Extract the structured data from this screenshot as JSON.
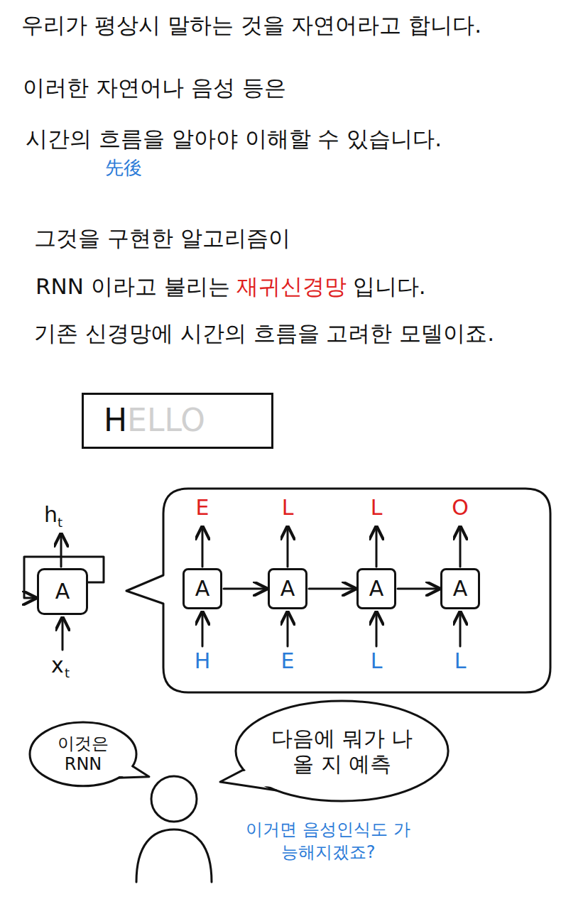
{
  "diagram": {
    "nodes": [
      {
        "text": [
          "H",
          "ELLO"
        ]
      },
      {
        "text": [
          "A"
        ]
      },
      {
        "text": [
          "A"
        ]
      },
      {
        "text": [
          "A"
        ]
      },
      {
        "text": [
          "A"
        ]
      },
      {
        "text": [
          "A"
        ]
      },
      {
        "text": [
          "이것은 RNN"
        ]
      },
      {
        "text": [
          "다음에 뭐가 나올 지 예측"
        ]
      }
    ],
    "edges": [
      {
        "from": 2,
        "to": 3,
        "arrow": "to"
      },
      {
        "from": 3,
        "to": 4,
        "arrow": "to"
      },
      {
        "from": 4,
        "to": 5,
        "arrow": "to"
      }
    ],
    "labels": [
      "우리가 평상시 말하는 것을 자연어라고 합니다.",
      "이러한 자연어나 음성 등은",
      "시간의 흐름을 알아야 이해할 수 있습니다.",
      "先後",
      "그것을 구현한 알고리즘이",
      "RNN 이라고 불리는",
      "재귀신경망",
      "입니다.",
      "기존 신경망에 시간의 흐름을 고려한 모델이죠.",
      "h",
      "t",
      "x",
      "t",
      "E",
      "L",
      "L",
      "O",
      "H",
      "E",
      "L",
      "L",
      "이거면 음성인식도 가능해지겠죠?"
    ]
  }
}
